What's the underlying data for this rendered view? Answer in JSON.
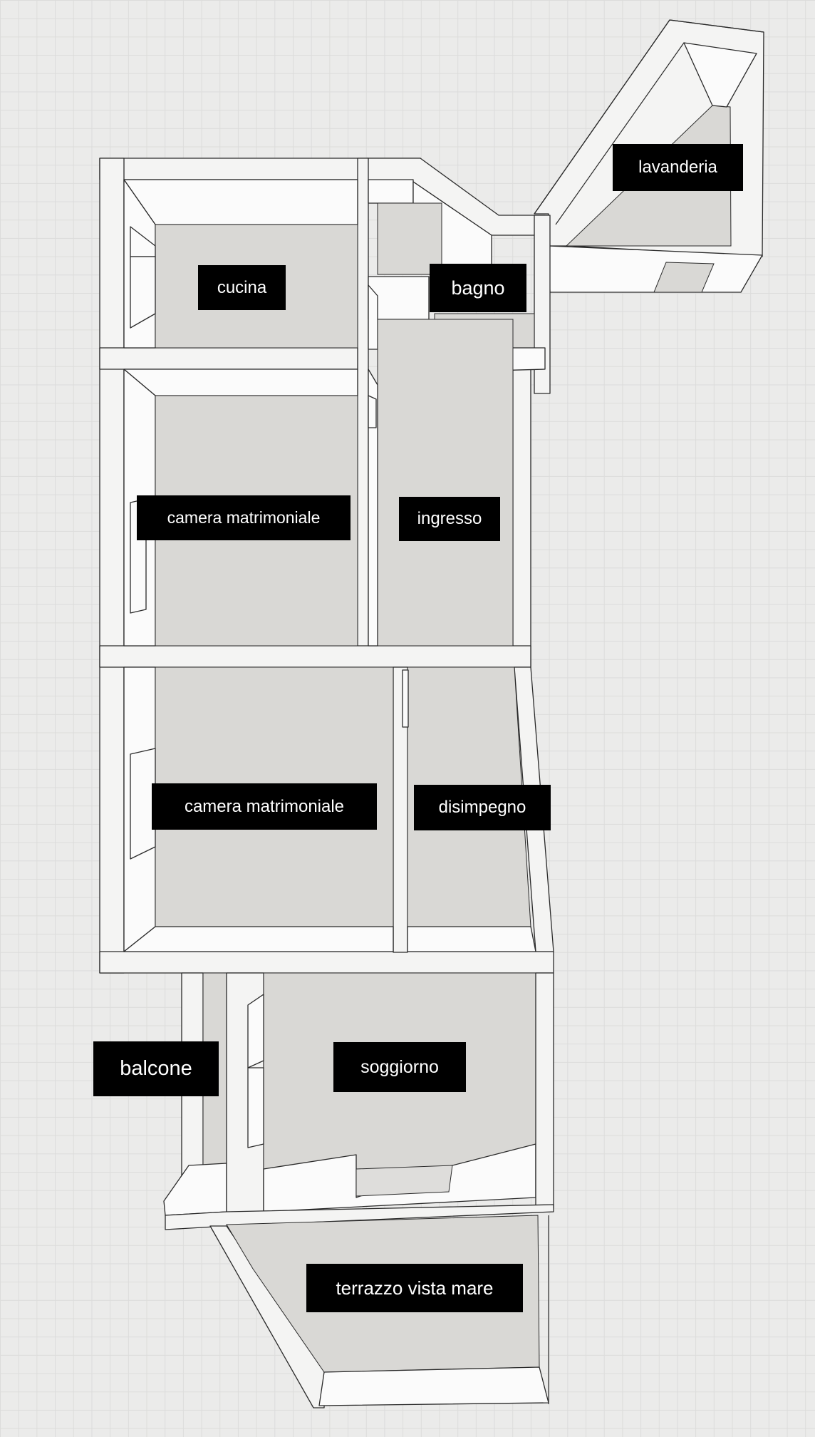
{
  "rooms": {
    "lavanderia": "lavanderia",
    "cucina": "cucina",
    "bagno": "bagno",
    "camera_1": "camera matrimoniale",
    "ingresso": "ingresso",
    "camera_2": "camera matrimoniale",
    "disimpegno": "disimpegno",
    "balcone": "balcone",
    "soggiorno": "soggiorno",
    "terrazzo": "terrazzo vista mare"
  },
  "colors": {
    "label_background": "#000000",
    "label_text": "#ffffff",
    "floor": "#d9d8d5",
    "wall": "#f4f4f3",
    "background": "#ebebea"
  }
}
